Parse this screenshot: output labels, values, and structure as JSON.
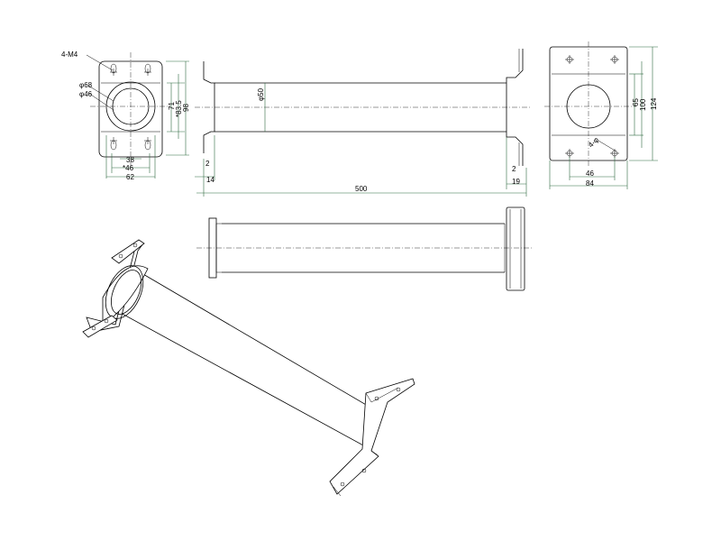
{
  "drawing": {
    "title": "",
    "dimensions": {
      "four_m4": "4-M4",
      "phi68": "φ68",
      "phi46": "φ46",
      "d38": "38",
      "d46_star": "*46",
      "d62": "62",
      "d71": "71",
      "d83_5": "*83.5",
      "d98": "98",
      "phi50": "φ50",
      "d2_left": "2",
      "d14": "14",
      "d500": "500",
      "d2_right": "2",
      "d19": "19",
      "d65": "65",
      "d100": "100",
      "d124": "124",
      "four_phi": "4-φ",
      "d46_right": "46",
      "d84": "84"
    },
    "colors": {
      "line": "#000000",
      "dimension_green": "#2f6b40",
      "background": "#ffffff"
    }
  }
}
